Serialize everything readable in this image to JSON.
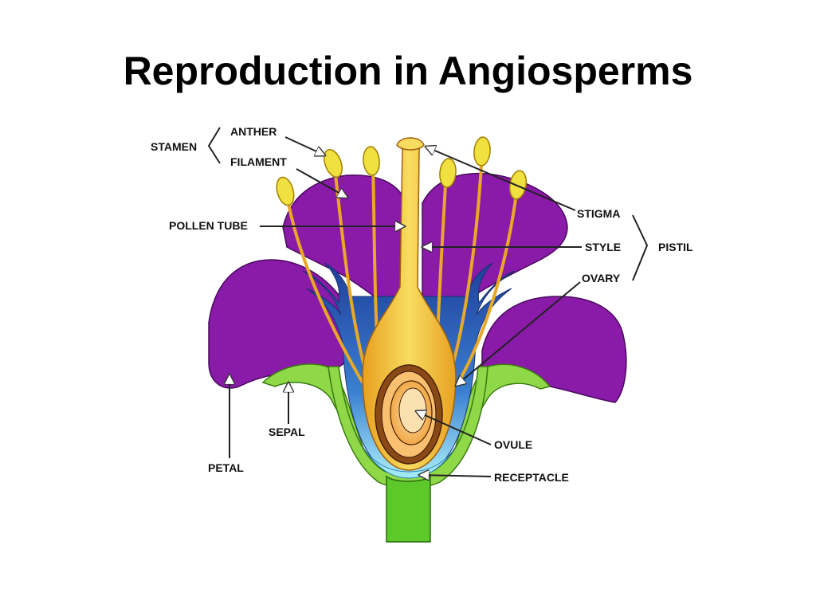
{
  "slide": {
    "title": "Reproduction in Angiosperms"
  },
  "diagram": {
    "labels": {
      "anther": "ANTHER",
      "stamen": "STAMEN",
      "filament": "FILAMENT",
      "pollen_tube": "POLLEN TUBE",
      "stigma": "STIGMA",
      "style": "STYLE",
      "pistil": "PISTIL",
      "ovary": "OVARY",
      "sepal": "SEPAL",
      "petal": "PETAL",
      "ovule": "OVULE",
      "receptacle": "RECEPTACLE"
    },
    "colors": {
      "petal": "#8a1aa8",
      "sepal": "#8fd848",
      "stem": "#5cc82a",
      "receptacle": "#9fe8f8",
      "inner_blue": "#2a5fb8",
      "pistil": "#f0c040",
      "ovary_wall": "#8a4a18",
      "ovule": "#f8c878",
      "anther": "#f0e040"
    }
  }
}
